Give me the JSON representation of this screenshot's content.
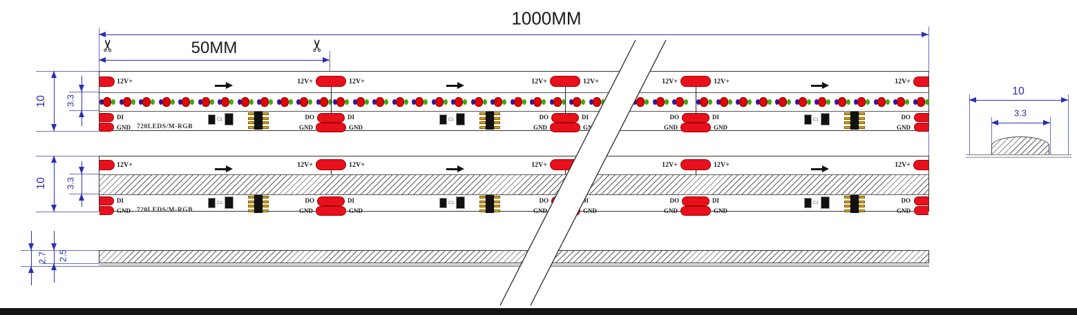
{
  "dimensions": {
    "total_length": "1000MM",
    "cut_segment": "50MM",
    "strip_width": "10",
    "light_band_width": "3.3",
    "cross_width": "10",
    "cross_dome_width": "3.3",
    "side_total_thickness": "2.7",
    "side_strip_thickness": "2.5"
  },
  "strip_labels": {
    "power": "12V+",
    "data_in": "DI",
    "data_out": "DO",
    "ground": "GND",
    "spec": "720LEDS/M-RGB",
    "component": "C1"
  },
  "icons": {
    "scissors": "✂"
  },
  "colors": {
    "dim_blue": "#2a2fb0",
    "pad_red": "#e8101c",
    "led_red": "#e00505",
    "led_green": "#43a70e",
    "led_purple": "#3a10a8",
    "gold": "#d8a31d",
    "bottom_bar": "#141414"
  }
}
